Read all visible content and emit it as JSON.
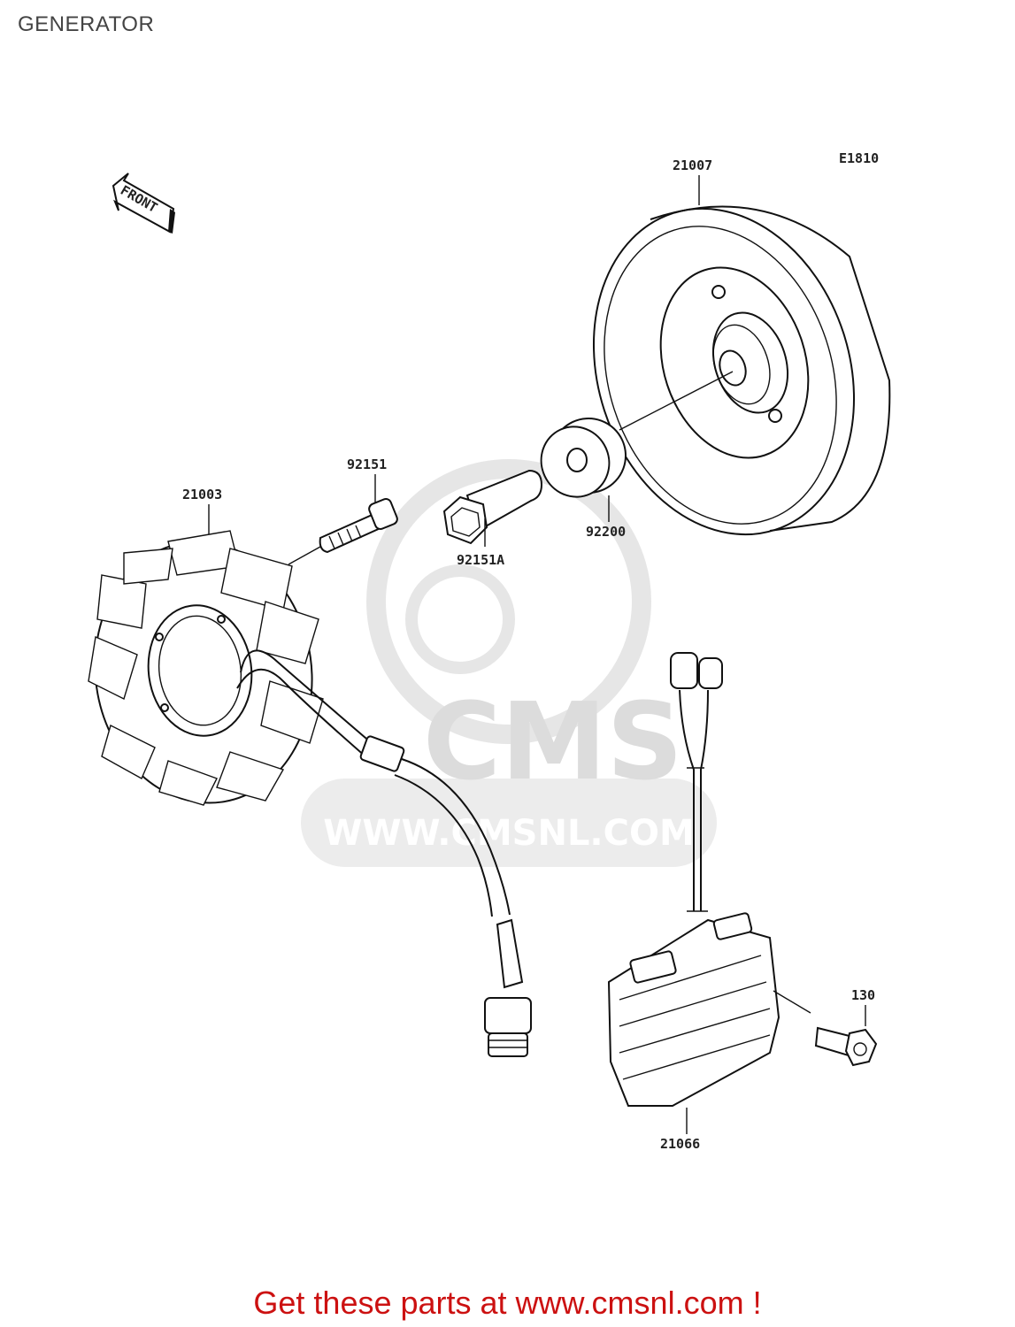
{
  "page": {
    "title": "GENERATOR"
  },
  "diagram": {
    "code": "E1810",
    "front_label": "FRONT",
    "parts": [
      {
        "id": "21007"
      },
      {
        "id": "21003"
      },
      {
        "id": "92151"
      },
      {
        "id": "92151A"
      },
      {
        "id": "92200"
      },
      {
        "id": "130"
      },
      {
        "id": "21066"
      }
    ]
  },
  "watermark": {
    "brand": "CMS",
    "url": "WWW.CMSNL.COM"
  },
  "footer": {
    "text": "Get these parts at www.cmsnl.com !"
  },
  "colors": {
    "footer": "#cc1111",
    "watermark": "#dcdcdc",
    "line": "#111111"
  }
}
